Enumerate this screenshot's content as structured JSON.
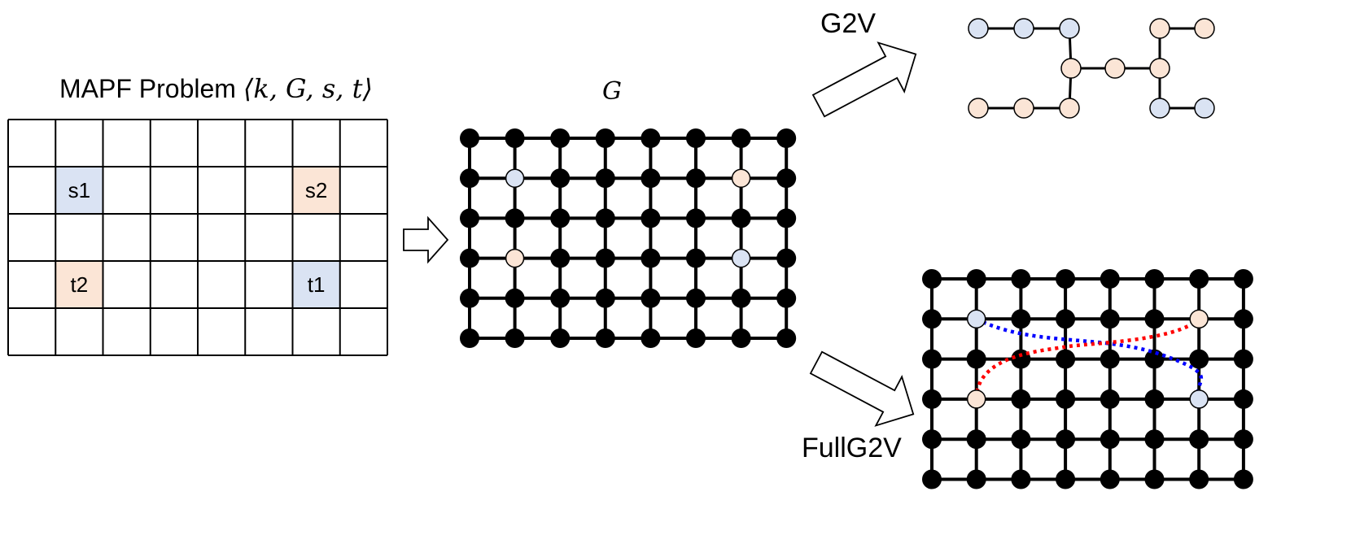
{
  "colors": {
    "start_blue": "#dae3f3",
    "start_orange": "#fbe5d6",
    "node_black": "#000000",
    "path_blue": "#0000ff",
    "path_red": "#ff0000"
  },
  "problem": {
    "title_text": "MAPF Problem ",
    "title_math": "⟨k, G, s, t⟩",
    "grid_rows": 5,
    "grid_cols": 8,
    "cells": [
      {
        "label": "s1",
        "row": 1,
        "col": 1,
        "color": "blue"
      },
      {
        "label": "s2",
        "row": 1,
        "col": 6,
        "color": "orange"
      },
      {
        "label": "t2",
        "row": 3,
        "col": 1,
        "color": "orange"
      },
      {
        "label": "t1",
        "row": 3,
        "col": 6,
        "color": "blue"
      }
    ]
  },
  "graph": {
    "label": "G",
    "rows": 6,
    "cols": 8,
    "special_nodes": [
      {
        "row": 1,
        "col": 1,
        "color": "blue"
      },
      {
        "row": 1,
        "col": 6,
        "color": "orange"
      },
      {
        "row": 3,
        "col": 1,
        "color": "orange"
      },
      {
        "row": 3,
        "col": 6,
        "color": "blue"
      }
    ]
  },
  "g2v": {
    "label": "G2V"
  },
  "fullg2v": {
    "label": "FullG2V",
    "rows": 6,
    "cols": 8
  }
}
